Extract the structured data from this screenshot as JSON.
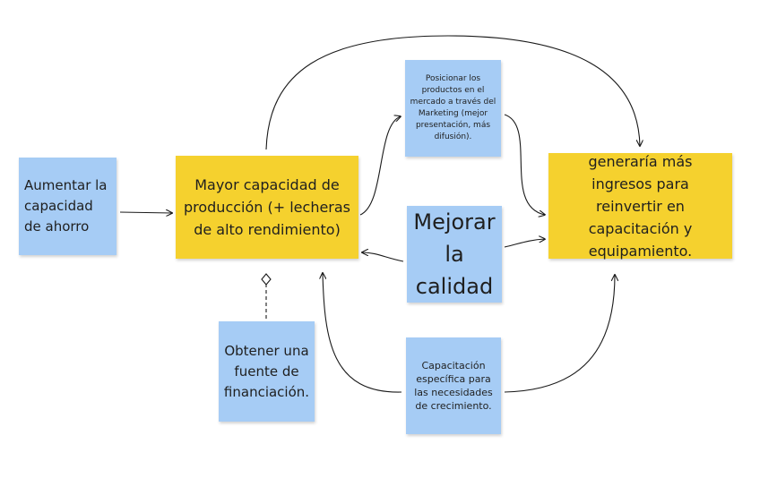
{
  "diagram": {
    "nodes": {
      "ahorro": {
        "text": "Aumentar la capacidad de ahorro",
        "color": "#a6ccf5"
      },
      "produccion": {
        "text": "Mayor capacidad de producción (+ lecheras de alto rendimiento)",
        "color": "#f5d12e"
      },
      "marketing": {
        "text": "Posicionar los productos en el mercado a través del Marketing (mejor presentación, más difusión).",
        "color": "#a6ccf5"
      },
      "calidad": {
        "text": "Mejorar la calidad",
        "color": "#a6ccf5"
      },
      "ingresos": {
        "text": "generaría más ingresos para reinvertir en capacitación y equipamiento.",
        "color": "#f5d12e"
      },
      "financiacion": {
        "text": "Obtener una fuente de financiación.",
        "color": "#a6ccf5"
      },
      "capacitacion": {
        "text": "Capacitación específica para las necesidades de crecimiento.",
        "color": "#a6ccf5"
      }
    },
    "connectors": [
      {
        "from": "ahorro",
        "to": "produccion",
        "style": "arrow"
      },
      {
        "from": "produccion",
        "to": "marketing",
        "style": "arrow"
      },
      {
        "from": "marketing",
        "to": "ingresos",
        "style": "arrow"
      },
      {
        "from": "produccion",
        "to": "ingresos",
        "style": "arrow"
      },
      {
        "from": "calidad",
        "to": "produccion",
        "style": "arrow"
      },
      {
        "from": "calidad",
        "to": "ingresos",
        "style": "arrow"
      },
      {
        "from": "financiacion",
        "to": "produccion",
        "style": "dashed-diamond"
      },
      {
        "from": "capacitacion",
        "to": "produccion",
        "style": "arrow"
      },
      {
        "from": "capacitacion",
        "to": "ingresos",
        "style": "arrow"
      }
    ],
    "line_color": "#1a1a1a"
  }
}
